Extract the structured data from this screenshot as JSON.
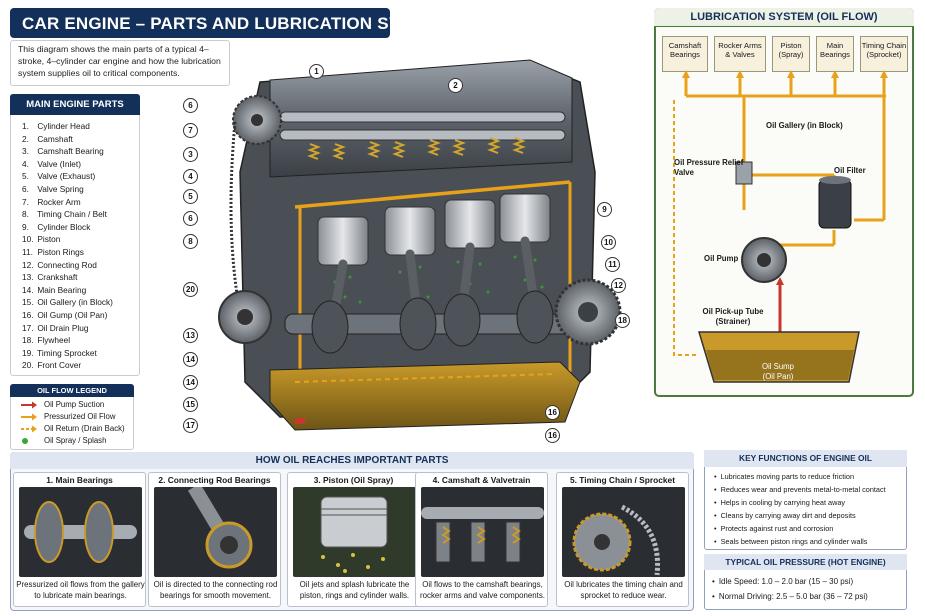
{
  "title": "CAR ENGINE – PARTS AND LUBRICATION SYSTEM",
  "intro": "This diagram shows the main parts of a typical 4–stroke, 4–cylinder car engine and how the lubrication system supplies oil to critical components.",
  "parts": {
    "heading": "MAIN ENGINE PARTS",
    "items": [
      {
        "num": "1.",
        "label": "Cylinder Head"
      },
      {
        "num": "2.",
        "label": "Camshaft"
      },
      {
        "num": "3.",
        "label": "Camshaft Bearing"
      },
      {
        "num": "4.",
        "label": "Valve (Inlet)"
      },
      {
        "num": "5.",
        "label": "Valve (Exhaust)"
      },
      {
        "num": "6.",
        "label": "Valve Spring"
      },
      {
        "num": "7.",
        "label": "Rocker Arm"
      },
      {
        "num": "8.",
        "label": "Timing Chain / Belt"
      },
      {
        "num": "9.",
        "label": "Cylinder Block"
      },
      {
        "num": "10.",
        "label": "Piston"
      },
      {
        "num": "11.",
        "label": "Piston Rings"
      },
      {
        "num": "12.",
        "label": "Connecting Rod"
      },
      {
        "num": "13.",
        "label": "Crankshaft"
      },
      {
        "num": "14.",
        "label": "Main Bearing"
      },
      {
        "num": "15.",
        "label": "Oil Gallery (in Block)"
      },
      {
        "num": "16.",
        "label": "Oil Gump (Oil Pan)"
      },
      {
        "num": "17.",
        "label": "Oil Drain Plug"
      },
      {
        "num": "18.",
        "label": "Flywheel"
      },
      {
        "num": "19.",
        "label": "Timing Sprocket"
      },
      {
        "num": "20.",
        "label": "Front Cover"
      }
    ]
  },
  "legend": {
    "heading": "OIL FLOW LEGEND",
    "items": [
      {
        "label": "Oil Pump Suction",
        "color": "#c8372d",
        "icon": "red-arrow"
      },
      {
        "label": "Pressurized Oil Flow",
        "color": "#e8a21a",
        "icon": "orange-arrow"
      },
      {
        "label": "Oil Return (Drain Back)",
        "color": "#e8a21a",
        "icon": "dashed-arrow"
      },
      {
        "label": "Oil Spray / Splash",
        "color": "#3aa635",
        "icon": "green-dot"
      }
    ]
  },
  "callouts": [
    "1",
    "2",
    "6",
    "7",
    "3",
    "4",
    "5",
    "6",
    "8",
    "20",
    "13",
    "14",
    "14",
    "15",
    "17",
    "9",
    "10",
    "11",
    "12",
    "18",
    "16",
    "16"
  ],
  "lubrication": {
    "heading": "LUBRICATION SYSTEM (OIL FLOW)",
    "components": [
      "Camshaft Bearings",
      "Rocker Arms & Valves",
      "Piston (Spray)",
      "Main Bearings",
      "Timing Chain (Sprocket)"
    ],
    "gallery": "Oil Gallery (in Block)",
    "relief_valve": "Oil Pressure Relief Valve",
    "filter": "Oil Filter",
    "pump": "Oil Pump",
    "pickup": "Oil Pick-up Tube (Strainer)",
    "sump": "Oil Sump (Oil Pan)"
  },
  "how": {
    "heading": "HOW OIL REACHES IMPORTANT PARTS",
    "cards": [
      {
        "title": "1. Main Bearings",
        "caption": "Pressurized oil flows from the gallery to lubricate main bearings."
      },
      {
        "title": "2. Connecting Rod Bearings",
        "caption": "Oil is directed to the connecting rod bearings for smooth movement."
      },
      {
        "title": "3. Piston (Oil Spray)",
        "caption": "Oil jets and splash lubricate the piston, rings and cylinder walls."
      },
      {
        "title": "4. Camshaft & Valvetrain",
        "caption": "Oil flows to the camshaft bearings, rocker arms and valve components."
      },
      {
        "title": "5. Timing Chain / Sprocket",
        "caption": "Oil lubricates the timing chain and sprocket to reduce wear."
      }
    ]
  },
  "key_functions": {
    "heading": "KEY FUNCTIONS OF ENGINE OIL",
    "items": [
      "Lubricates moving parts to reduce friction",
      "Reduces wear and prevents metal-to-metal contact",
      "Helps in cooling by carrying heat away",
      "Cleans by carrying away dirt and deposits",
      "Protects against rust and corrosion",
      "Seals between piston rings and cylinder walls"
    ]
  },
  "pressure": {
    "heading": "TYPICAL OIL PRESSURE (HOT ENGINE)",
    "items": [
      "Idle Speed: 1.0 – 2.0 bar (15 – 30 psi)",
      "Normal Driving: 2.5 – 5.0 bar (36 – 72 psi)"
    ]
  },
  "colors": {
    "navy": "#13305a",
    "oil": "#e8a21a",
    "suction": "#c8372d",
    "splash": "#3aa635",
    "panel_green": "#4b7a3e"
  }
}
